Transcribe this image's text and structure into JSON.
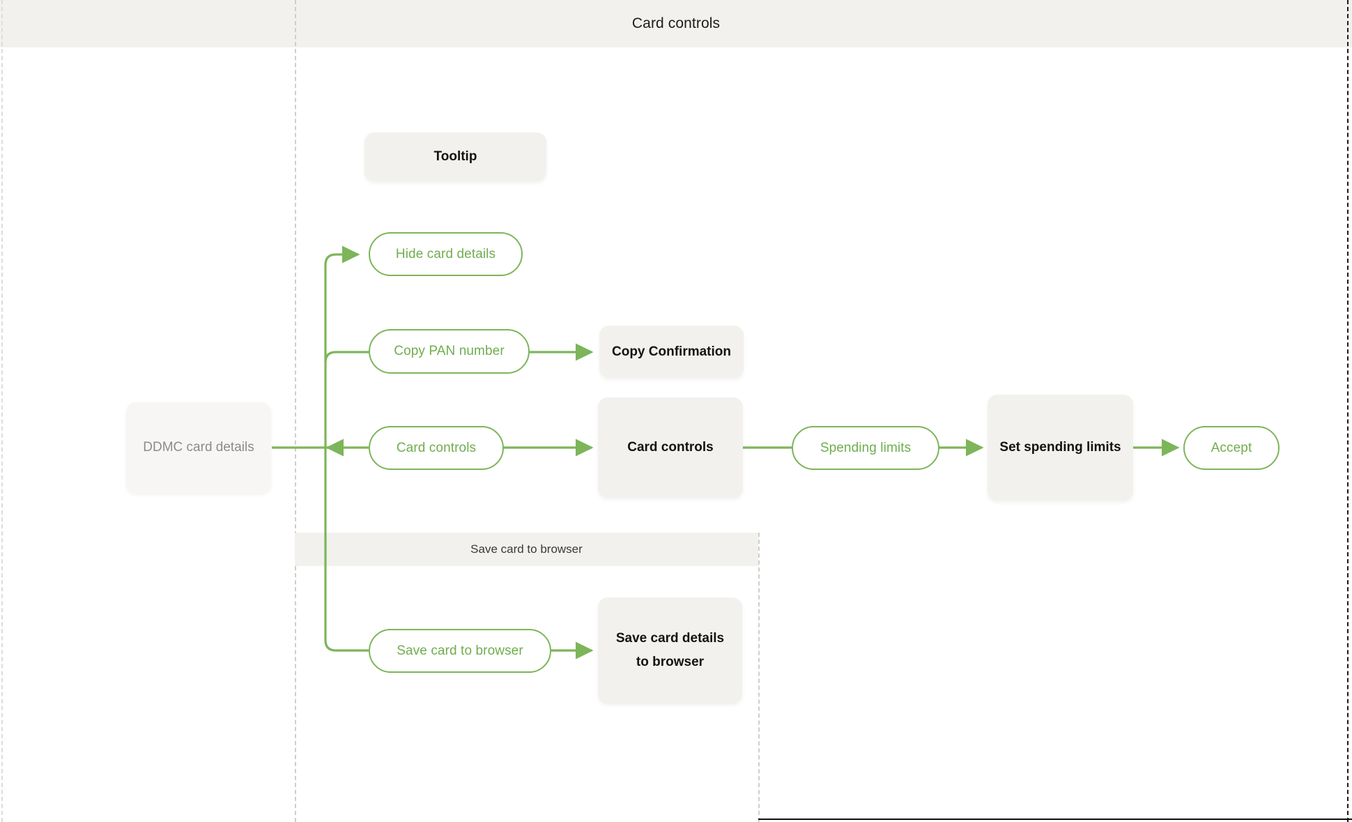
{
  "header": {
    "title": "Card controls"
  },
  "section_band": {
    "label": "Save card to browser"
  },
  "nodes": {
    "start": {
      "label": "DDMC card details",
      "type": "start"
    },
    "tooltip": {
      "label": "Tooltip",
      "type": "screen"
    },
    "hide_card_details": {
      "label": "Hide card details",
      "type": "pill"
    },
    "copy_pan_number": {
      "label": "Copy PAN number",
      "type": "pill"
    },
    "copy_confirmation": {
      "label": "Copy Confirmation",
      "type": "screen"
    },
    "card_controls_action": {
      "label": "Card controls",
      "type": "pill"
    },
    "card_controls_screen": {
      "label": "Card controls",
      "type": "screen"
    },
    "spending_limits": {
      "label": "Spending limits",
      "type": "pill"
    },
    "set_spending_limits": {
      "label": "Set spending limits",
      "type": "screen"
    },
    "accept": {
      "label": "Accept",
      "type": "pill"
    },
    "save_card_to_browser_action": {
      "label": "Save card to browser",
      "type": "pill"
    },
    "save_card_details_to_browser": {
      "label_line1": "Save card details",
      "label_line2": "to browser",
      "type": "screen"
    }
  },
  "colors": {
    "accent_green": "#7DB55A",
    "green_text": "#6FAE4E",
    "beige_surface": "#F2F1ED",
    "start_surface": "#F7F6F4",
    "rail_dashed": "#cfcec7",
    "text_dark": "#15120f",
    "text_muted": "#8c8c8c"
  }
}
